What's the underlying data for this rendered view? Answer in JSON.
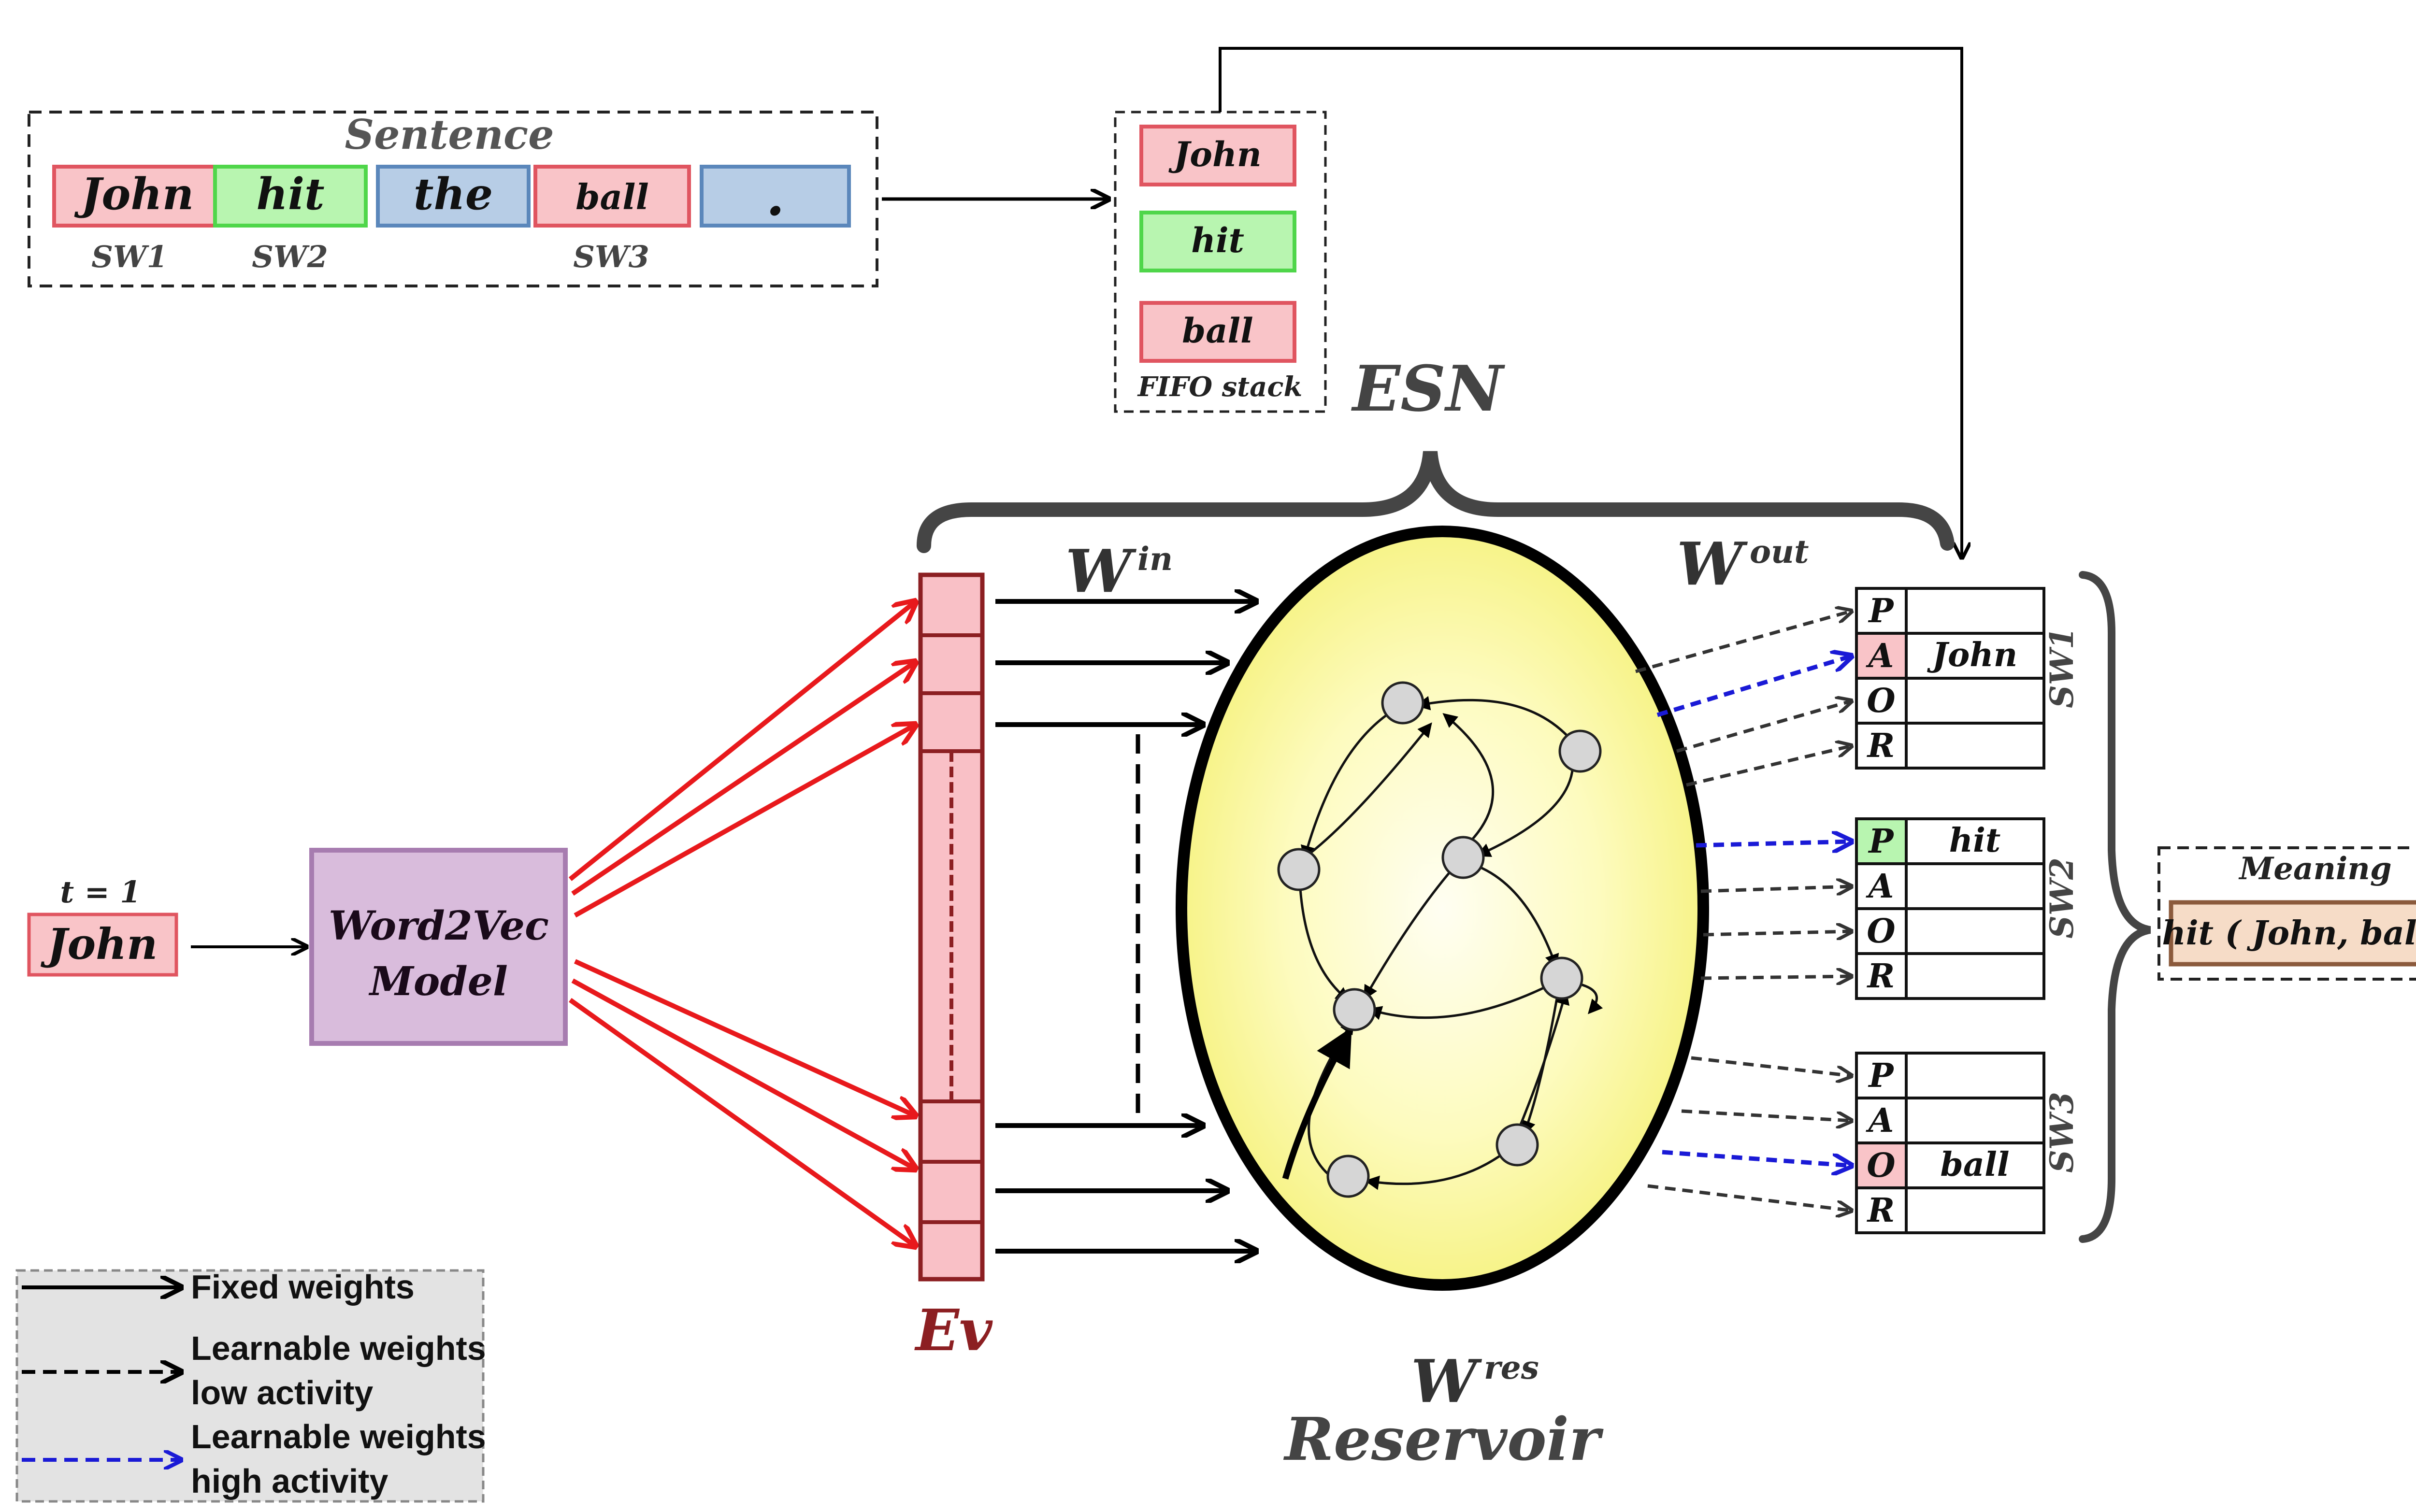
{
  "sentence": {
    "title": "Sentence",
    "words": [
      {
        "text": "John",
        "fill": "#f9c4c8",
        "stroke": "#e05560"
      },
      {
        "text": "hit",
        "fill": "#b8f5b0",
        "stroke": "#4fd64a"
      },
      {
        "text": "the",
        "fill": "#b7cde6",
        "stroke": "#5b87bb"
      },
      {
        "text": "ball",
        "fill": "#f9c4c8",
        "stroke": "#e05560"
      },
      {
        "text": ".",
        "fill": "#b7cde6",
        "stroke": "#5b87bb"
      }
    ],
    "sw_labels": [
      "SW1",
      "SW2",
      "SW3"
    ]
  },
  "fifo": {
    "items": [
      {
        "text": "John",
        "fill": "#f9c4c8",
        "stroke": "#e05560"
      },
      {
        "text": "hit",
        "fill": "#b8f5b0",
        "stroke": "#4fd64a"
      },
      {
        "text": "ball",
        "fill": "#f9c4c8",
        "stroke": "#e05560"
      }
    ],
    "label": "FIFO stack"
  },
  "esn_label": "ESN",
  "input": {
    "time_label": "t = 1",
    "word": "John"
  },
  "word2vec": {
    "line1": "Word2Vec",
    "line2": "Model"
  },
  "ev_label": "Ev",
  "weights": {
    "w_in": "W",
    "w_in_sup": "in",
    "w_out": "W",
    "w_out_sup": "out",
    "w_res": "W",
    "w_res_sup": "res"
  },
  "reservoir_label": "Reservoir",
  "role_groups": [
    {
      "label": "SW1",
      "rows": [
        {
          "role": "P",
          "value": "",
          "highlight": ""
        },
        {
          "role": "A",
          "value": "John",
          "highlight": "#f9c4c8"
        },
        {
          "role": "O",
          "value": "",
          "highlight": ""
        },
        {
          "role": "R",
          "value": "",
          "highlight": ""
        }
      ]
    },
    {
      "label": "SW2",
      "rows": [
        {
          "role": "P",
          "value": "hit",
          "highlight": "#b8f5b0"
        },
        {
          "role": "A",
          "value": "",
          "highlight": ""
        },
        {
          "role": "O",
          "value": "",
          "highlight": ""
        },
        {
          "role": "R",
          "value": "",
          "highlight": ""
        }
      ]
    },
    {
      "label": "SW3",
      "rows": [
        {
          "role": "P",
          "value": "",
          "highlight": ""
        },
        {
          "role": "A",
          "value": "",
          "highlight": ""
        },
        {
          "role": "O",
          "value": "ball",
          "highlight": "#f9c4c8"
        },
        {
          "role": "R",
          "value": "",
          "highlight": ""
        }
      ]
    }
  ],
  "meaning": {
    "title": "Meaning",
    "value": "hit ( John, ball,-)"
  },
  "legend": [
    {
      "label": [
        "Fixed weights"
      ],
      "style": "solid",
      "color": "#000000"
    },
    {
      "label": [
        "Learnable weights",
        "low activity"
      ],
      "style": "dashed",
      "color": "#000000"
    },
    {
      "label": [
        "Learnable weights",
        "high activity"
      ],
      "style": "dashed",
      "color": "#1a1ad6"
    }
  ],
  "colors": {
    "red_arrow": "#e8191c",
    "ev_fill": "#f9c0c6",
    "ev_stroke": "#8c1f22",
    "word2vec_fill": "#d9bcdc",
    "word2vec_stroke": "#a77cb0",
    "reservoir_center": "#fffef2",
    "reservoir_edge": "#f5f17a",
    "neuron_fill": "#d6d6d6",
    "legend_fill": "#e3e3e3",
    "meaning_fill": "#f6dcc7",
    "meaning_stroke": "#8b5a3c",
    "brace": "#454545",
    "high_activity": "#1a1ad6"
  }
}
